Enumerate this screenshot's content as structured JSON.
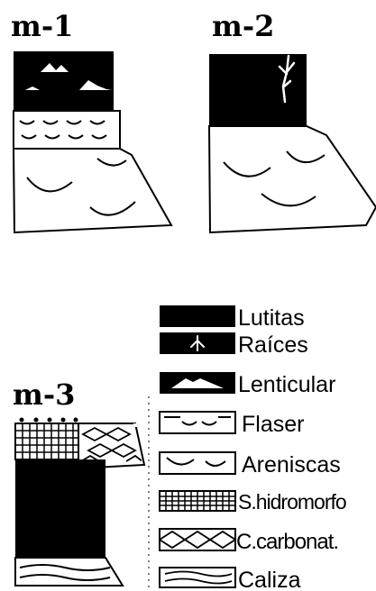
{
  "columns": [
    {
      "id": "m1",
      "label": "m-1"
    },
    {
      "id": "m2",
      "label": "m-2"
    },
    {
      "id": "m3",
      "label": "m-3"
    }
  ],
  "legend": [
    {
      "key": "lutitas",
      "label": "Lutitas"
    },
    {
      "key": "raices",
      "label": "Raíces"
    },
    {
      "key": "lenticular",
      "label": "Lenticular"
    },
    {
      "key": "flaser",
      "label": "Flaser"
    },
    {
      "key": "areniscas",
      "label": "Areniscas"
    },
    {
      "key": "s_hidromorf",
      "label": "S.hidromorfo"
    },
    {
      "key": "c_carbonat",
      "label": "C.carbonat."
    },
    {
      "key": "caliza",
      "label": "Caliza"
    }
  ],
  "colors": {
    "ink": "#000000",
    "paper": "#ffffff"
  }
}
